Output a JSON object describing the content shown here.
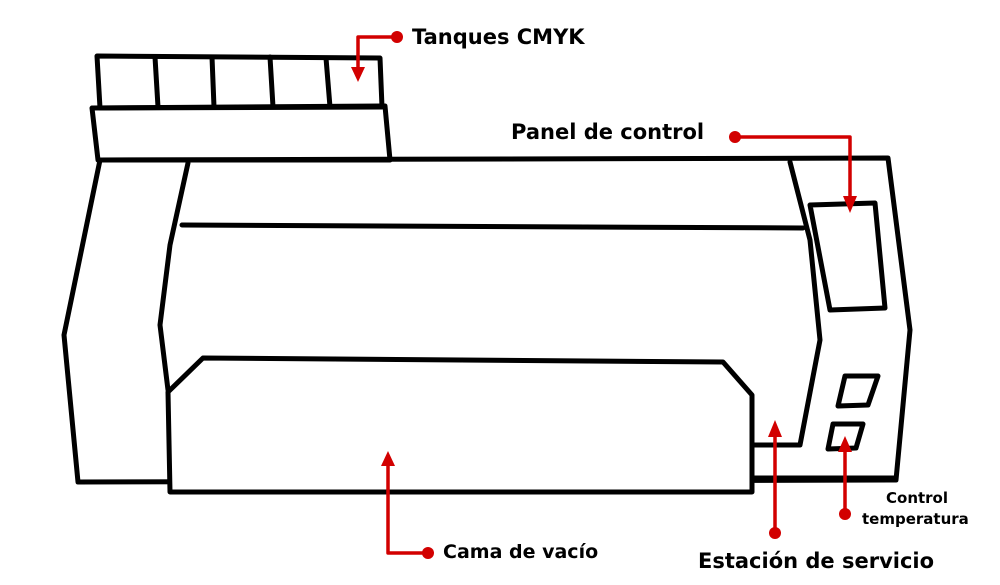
{
  "labels": {
    "ink_tanks": "Tanques CMYK",
    "control_panel": "Panel de control",
    "vacuum_bed": "Cama de vacío",
    "service_station": "Estación de servicio",
    "temperature_control_line1": "Control",
    "temperature_control_line2": "temperatura"
  },
  "colors": {
    "outline": "#000000",
    "callout": "#d20000",
    "background": "#ffffff"
  }
}
